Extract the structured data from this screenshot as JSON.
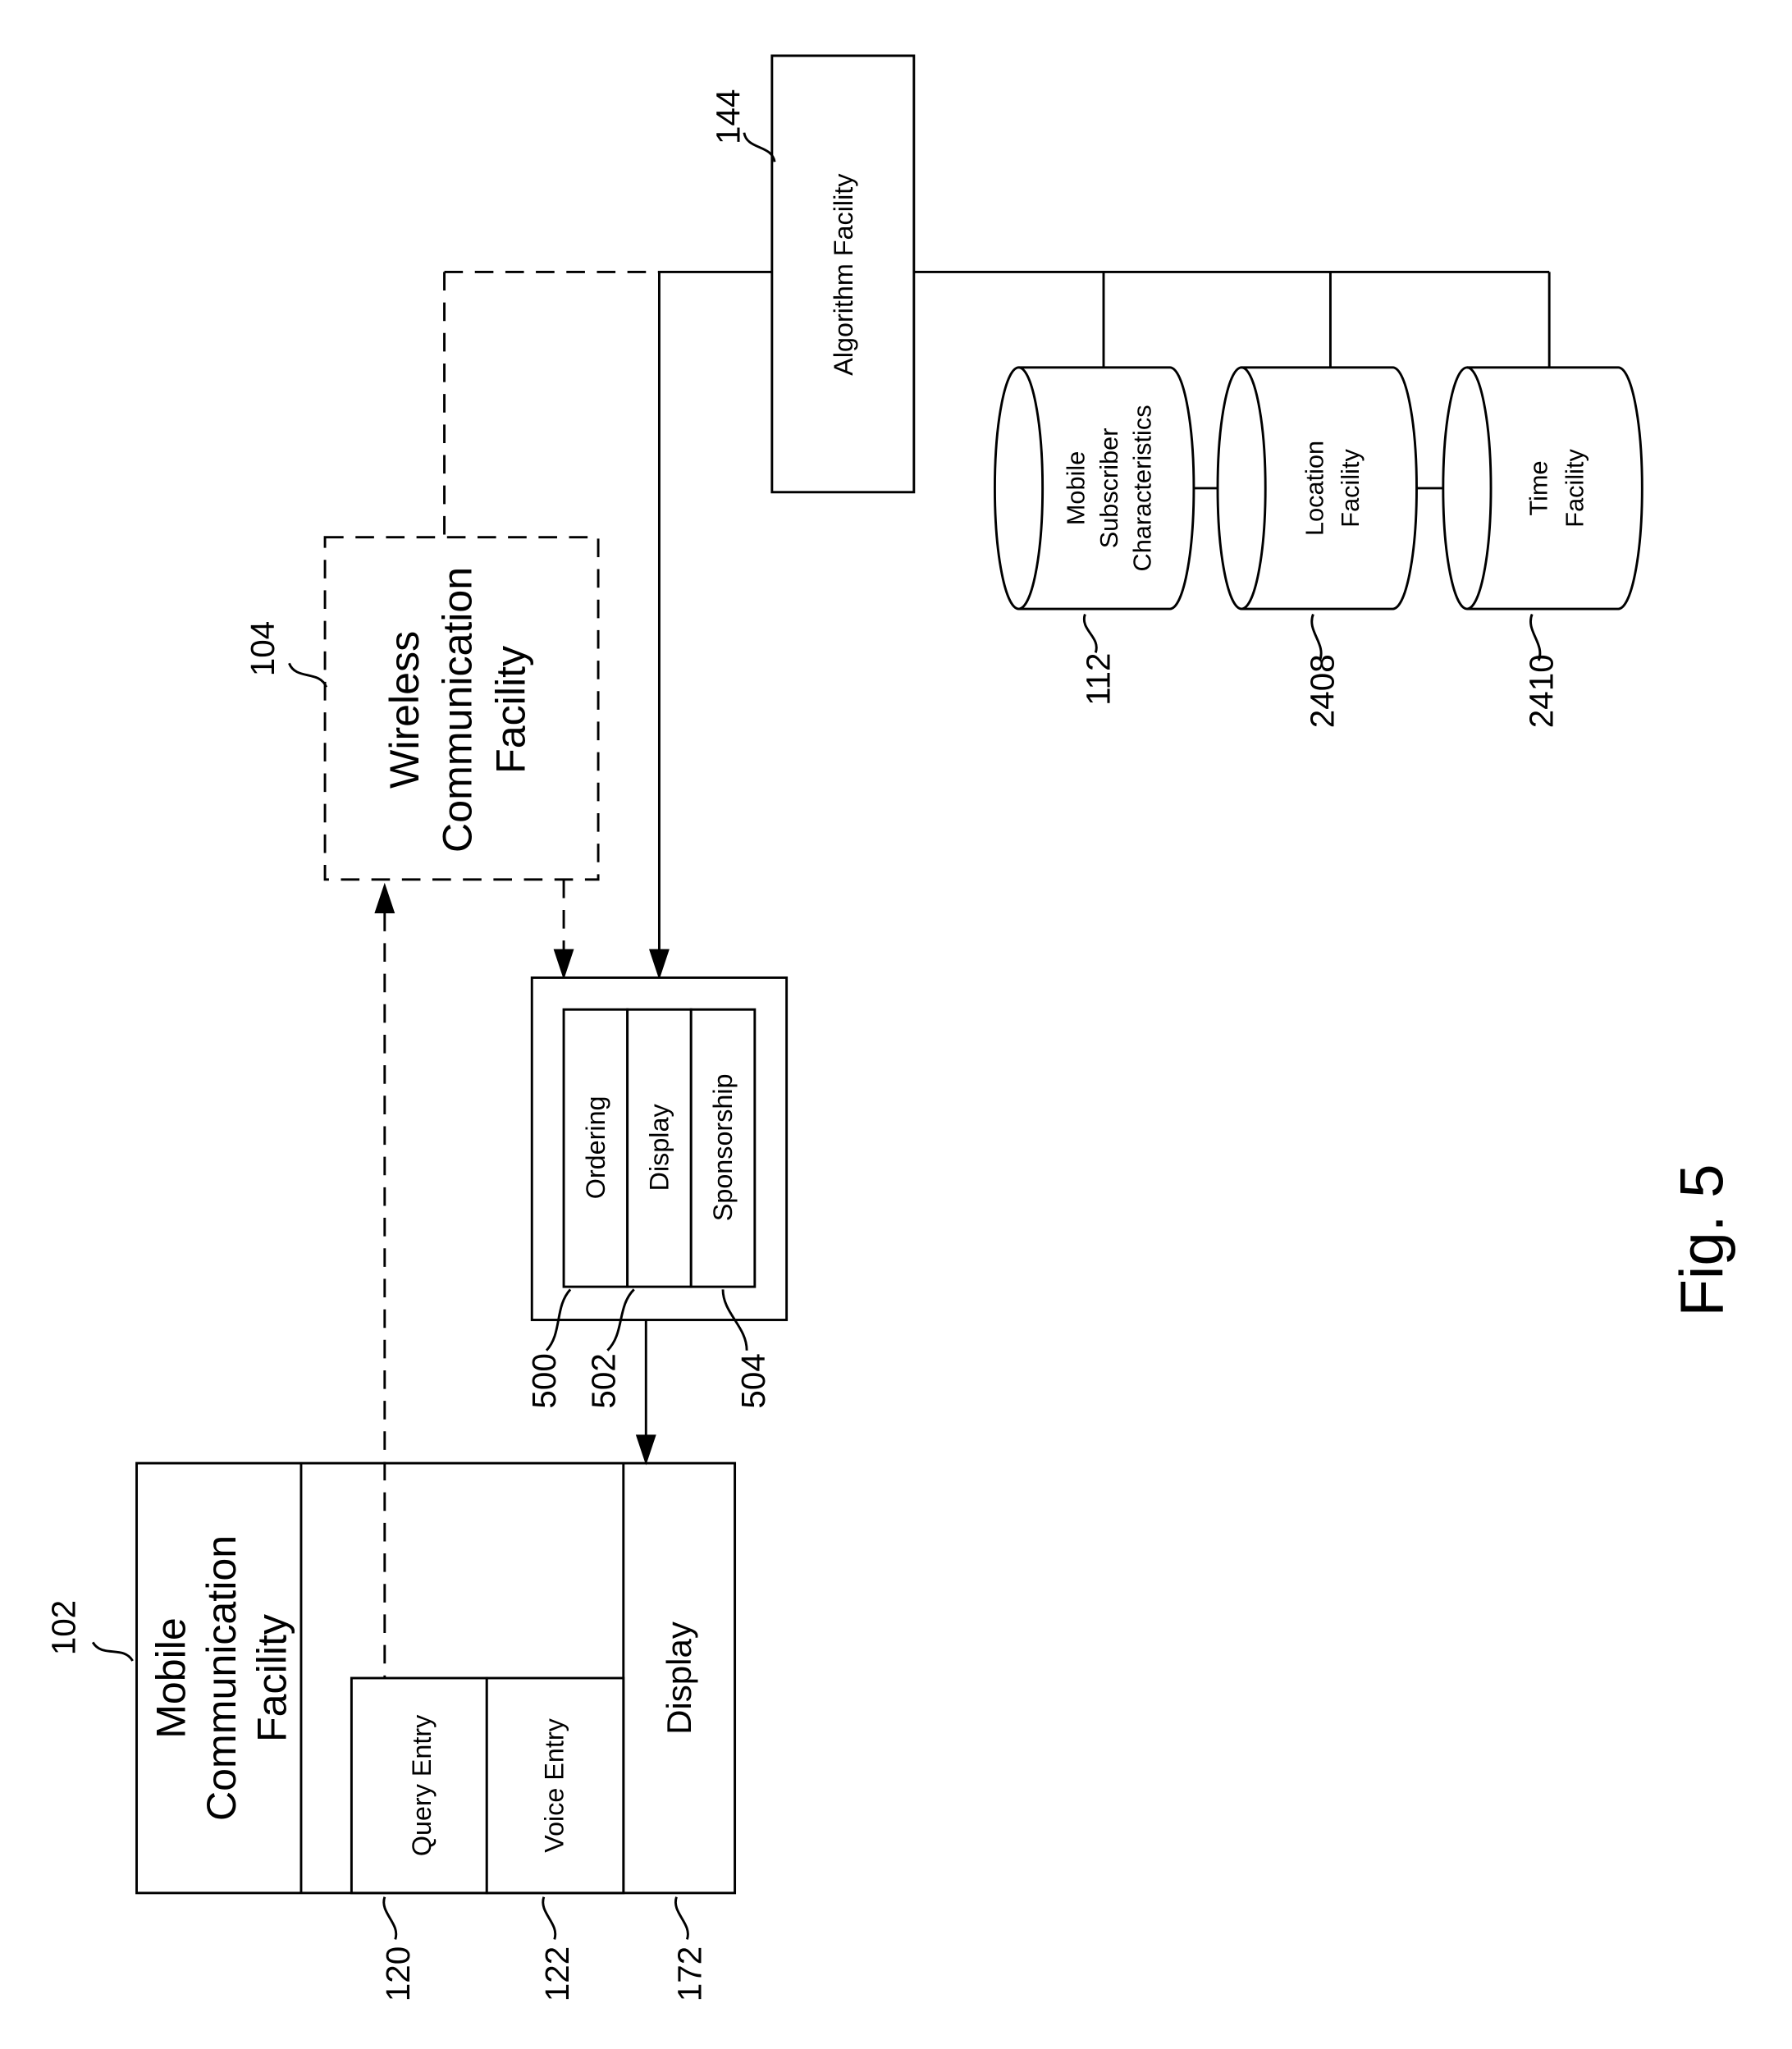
{
  "figure": {
    "caption": "Fig. 5"
  },
  "algorithm_facility": {
    "label": "Algorithm Facility",
    "ref": "144"
  },
  "wireless_communication_facility": {
    "ref": "104",
    "title_lines": [
      "Wireless",
      "Communication",
      "Facility"
    ]
  },
  "databases": [
    {
      "lines": [
        "Mobile",
        "Subscriber",
        "Characteristics"
      ],
      "ref": "112"
    },
    {
      "lines": [
        "Location",
        "Facility"
      ],
      "ref": "2408"
    },
    {
      "lines": [
        "Time",
        "Facility"
      ],
      "ref": "2410"
    }
  ],
  "result_modules": {
    "ordering": {
      "label": "Ordering",
      "ref": "500"
    },
    "display": {
      "label": "Display",
      "ref": "502"
    },
    "sponsorship": {
      "label": "Sponsorship",
      "ref": "504"
    }
  },
  "mobile_communication_facility": {
    "ref": "102",
    "title_lines": [
      "Mobile",
      "Communication",
      "Facility"
    ],
    "query_entry": {
      "label": "Query Entry",
      "ref": "120"
    },
    "voice_entry": {
      "label": "Voice Entry",
      "ref": "122"
    },
    "display": {
      "label": "Display",
      "ref": "172"
    }
  }
}
